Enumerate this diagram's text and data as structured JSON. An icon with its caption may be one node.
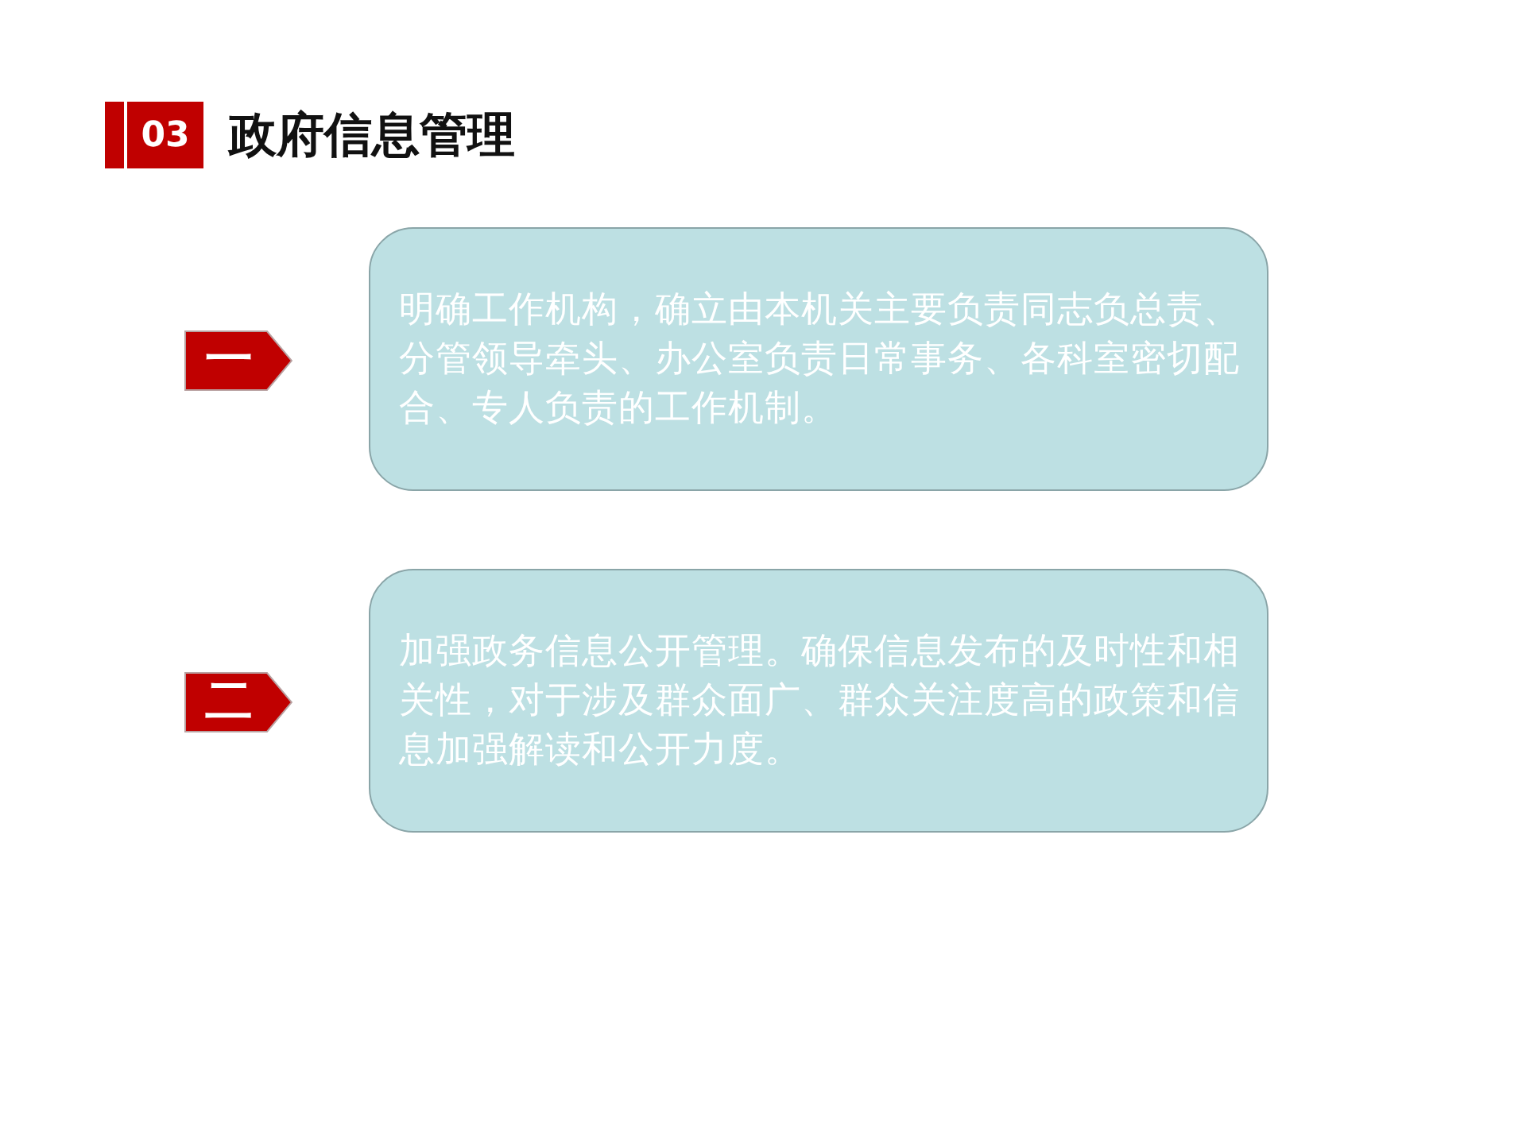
{
  "diagram": {
    "title": "政府信息管理",
    "nodes": [
      {
        "text": [
          "03"
        ]
      },
      {
        "text": [
          "一"
        ]
      },
      {
        "text": [
          "明确工作机构，确立由本机关主要负责同志负总责、分管领导牵头、办公室负责日常事务、各科室密切配合、专人负责的工作机制。"
        ]
      },
      {
        "text": [
          "二"
        ]
      },
      {
        "text": [
          "加强政务信息公开管理。确保信息发布的及时性和相关性，对于涉及群众面广、群众关注度高的政策和信息加强解读和公开力度。"
        ]
      }
    ],
    "edges": []
  }
}
